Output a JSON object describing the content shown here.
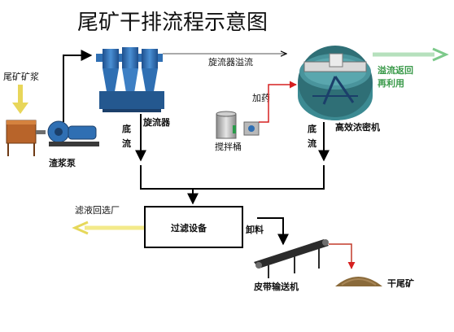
{
  "title": "尾矿干排流程示意图",
  "labels": {
    "tailings_slurry": "尾矿矿浆",
    "slurry_pump": "渣浆泵",
    "hydrocyclone": "旋流器",
    "hydrocyclone_overflow": "旋流器溢流",
    "underflow_left_1": "底",
    "underflow_left_2": "流",
    "underflow_right_1": "底",
    "underflow_right_2": "流",
    "dosing": "加药",
    "mixing_tank": "搅拌桶",
    "thickener": "高效浓密机",
    "overflow_reuse_1": "溢流返回",
    "overflow_reuse_2": "再利用",
    "filtrate_return": "滤液回选厂",
    "filter_equipment": "过滤设备",
    "discharge": "卸料",
    "belt_conveyor": "皮带输送机",
    "dry_tailings": "干尾矿"
  },
  "colors": {
    "equipment_blue": "#2f6fb3",
    "feed_arrow": "#e8d65a",
    "overflow_green": "#7cc98a",
    "filtrate_yellow": "#f3ea8a",
    "dosing_red": "#d62020",
    "tailings_brown": "#8a6a3a",
    "hopper_orange": "#b8642a"
  },
  "icons": [
    "slurry-hopper",
    "slurry-pump",
    "hydrocyclone",
    "mixing-tank",
    "dosing-pump",
    "thickener",
    "filter-equipment-box",
    "belt-conveyor",
    "dry-tailings-pile"
  ]
}
